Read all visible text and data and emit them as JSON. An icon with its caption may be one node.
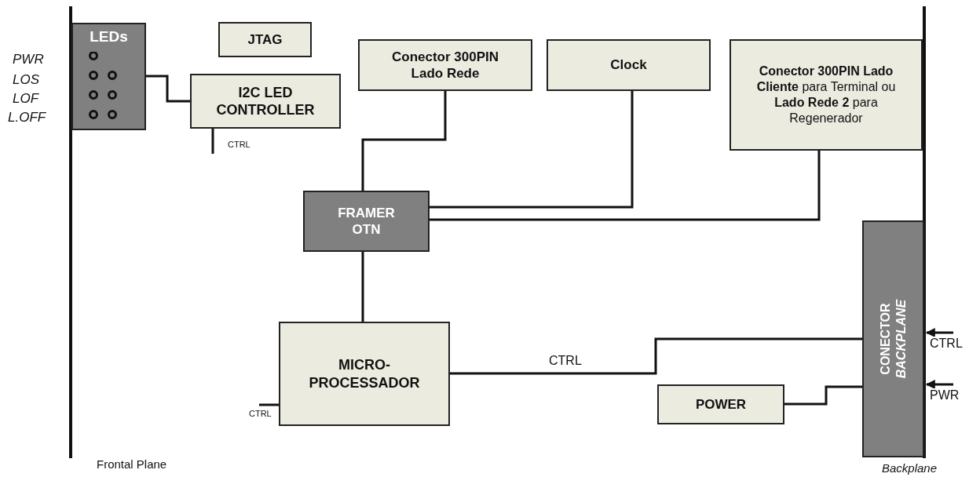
{
  "diagram": {
    "nodes": [
      {
        "text": [
          "LEDs"
        ]
      },
      {
        "text": [
          "JTAG"
        ]
      },
      {
        "text": [
          "I2C LED CONTROLLER"
        ]
      },
      {
        "text": [
          "Conector 300PIN Lado Rede"
        ]
      },
      {
        "text": [
          "Clock"
        ]
      },
      {
        "text": [
          "**Conector 300PIN Lado Cliente** para Terminal ou **Lado Rede 2** para Regenerador"
        ]
      },
      {
        "text": [
          "FRAMER OTN"
        ]
      },
      {
        "text": [
          "MICRO- PROCESSADOR"
        ]
      },
      {
        "text": [
          "CONECTOR *BACKPLANE*"
        ]
      },
      {
        "text": [
          "POWER"
        ]
      }
    ],
    "edges": [
      {
        "from": 0,
        "to": 2,
        "arrow": "none"
      },
      {
        "from": 2,
        "to": null,
        "arrow": "none",
        "label": "CTRL"
      },
      {
        "from": 3,
        "to": 6,
        "arrow": "none"
      },
      {
        "from": 4,
        "to": 6,
        "arrow": "none"
      },
      {
        "from": 5,
        "to": 6,
        "arrow": "none"
      },
      {
        "from": 6,
        "to": 7,
        "arrow": "none"
      },
      {
        "from": 7,
        "to": null,
        "arrow": "none",
        "label": "CTRL"
      },
      {
        "from": 7,
        "to": 8,
        "arrow": "none",
        "label": "CTRL"
      },
      {
        "from": 9,
        "to": 8,
        "arrow": "none"
      },
      {
        "from": null,
        "to": 8,
        "arrow": "to",
        "label": "CTRL"
      },
      {
        "from": null,
        "to": 8,
        "arrow": "to",
        "label": "PWR"
      }
    ],
    "labels": [
      "PWR",
      "LOS",
      "LOF",
      "L.OFF",
      "Frontal Plane",
      "Backplane"
    ]
  }
}
